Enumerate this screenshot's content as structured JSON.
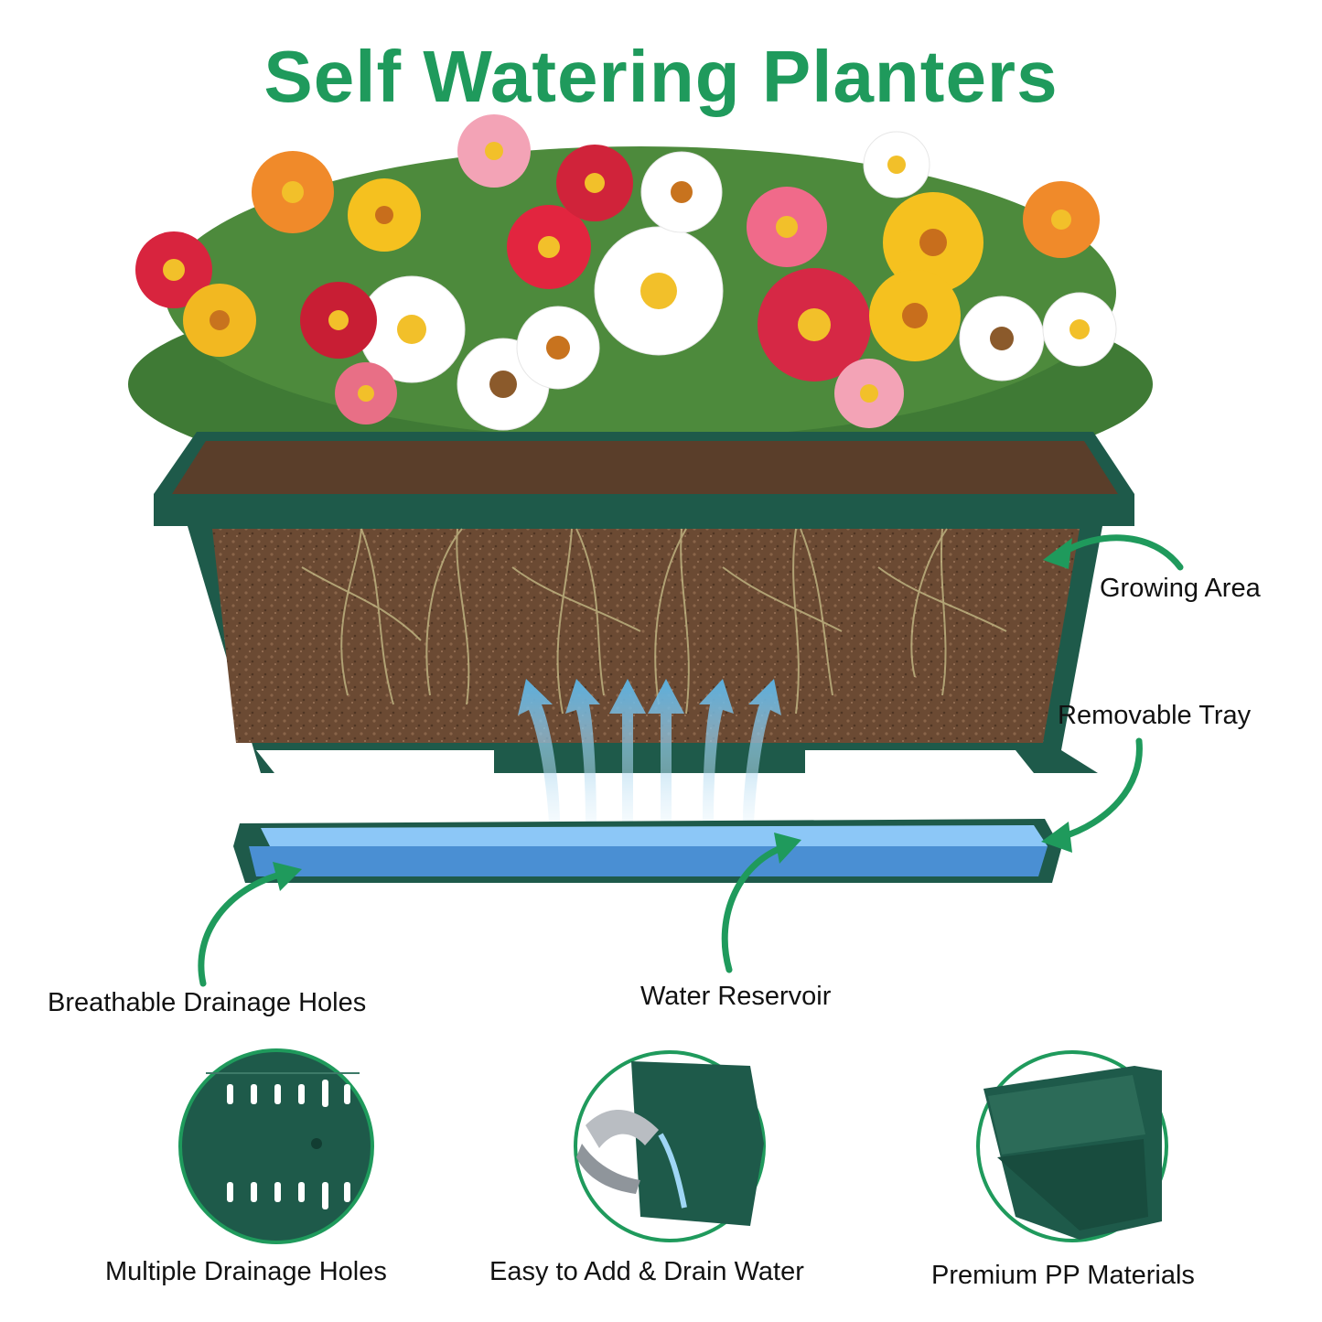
{
  "title": "Self Watering Planters",
  "colors": {
    "title_green": "#1f9a5c",
    "planter_green": "#1e5a4a",
    "soil": "#6b4a33",
    "water_blue": "#5aa9ee",
    "arrow_green": "#1f9a5c"
  },
  "callouts": {
    "growing_area": "Growing Area",
    "removable_tray": "Removable Tray",
    "breathable_drainage_holes": "Breathable Drainage Holes",
    "water_reservoir": "Water Reservoir"
  },
  "features": [
    {
      "label": "Multiple Drainage Holes",
      "icon": "drainage-holes-icon"
    },
    {
      "label": "Easy to Add & Drain Water",
      "icon": "watering-can-icon"
    },
    {
      "label": "Premium PP Materials",
      "icon": "planter-corner-icon"
    }
  ]
}
